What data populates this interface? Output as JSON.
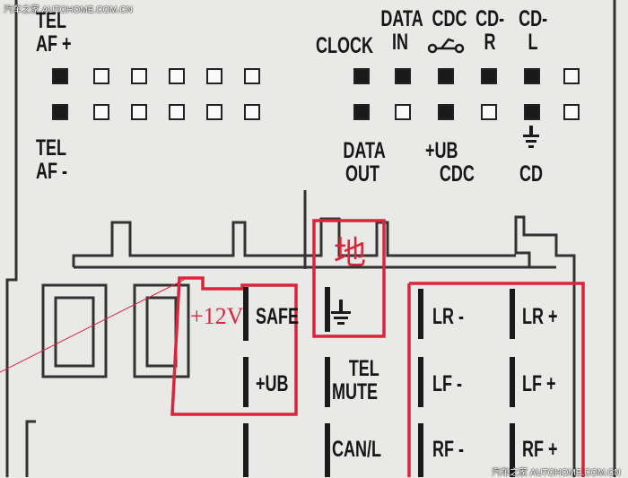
{
  "watermark": {
    "top_left": "汽车之家 AUTOHOME.COM.CN",
    "bottom_right": "汽车之家 AUTOHOME.COM.CN"
  },
  "top_labels": {
    "tel_af_plus": [
      "TEL",
      "AF +"
    ],
    "tel_af_minus": [
      "TEL",
      "AF -"
    ],
    "clock": "CLOCK",
    "data_in": [
      "DATA",
      "IN"
    ],
    "cdc_top": "CDC",
    "cd_r": [
      "CD-",
      "R"
    ],
    "cd_l": [
      "CD-",
      "L"
    ],
    "data_out": [
      "DATA",
      "OUT"
    ],
    "ub_cdc": [
      "+UB",
      "CDC"
    ],
    "cd_ground": "CD"
  },
  "pins": {
    "row1": [
      "filled",
      "empty",
      "empty",
      "empty",
      "empty",
      "empty",
      "filled",
      "filled",
      "filled",
      "filled",
      "filled",
      "empty"
    ],
    "row2": [
      "filled",
      "empty",
      "empty",
      "empty",
      "empty",
      "empty",
      "filled",
      "empty",
      "filled",
      "empty",
      "filled",
      "empty"
    ]
  },
  "annotations": {
    "ground": "地",
    "plus12v": "+12V"
  },
  "connector_labels": {
    "safe": "SAFE",
    "ub": "+UB",
    "tel_mute": [
      "TEL",
      "MUTE"
    ],
    "can_l": "CAN/L",
    "lr_minus": "LR -",
    "lr_plus": "LR +",
    "lf_minus": "LF -",
    "lf_plus": "LF +",
    "rf_minus": "RF -",
    "rf_plus": "RF +"
  },
  "colors": {
    "background": "#e9e9e7",
    "ink": "#161616",
    "annotation_red": "#d8263c"
  }
}
